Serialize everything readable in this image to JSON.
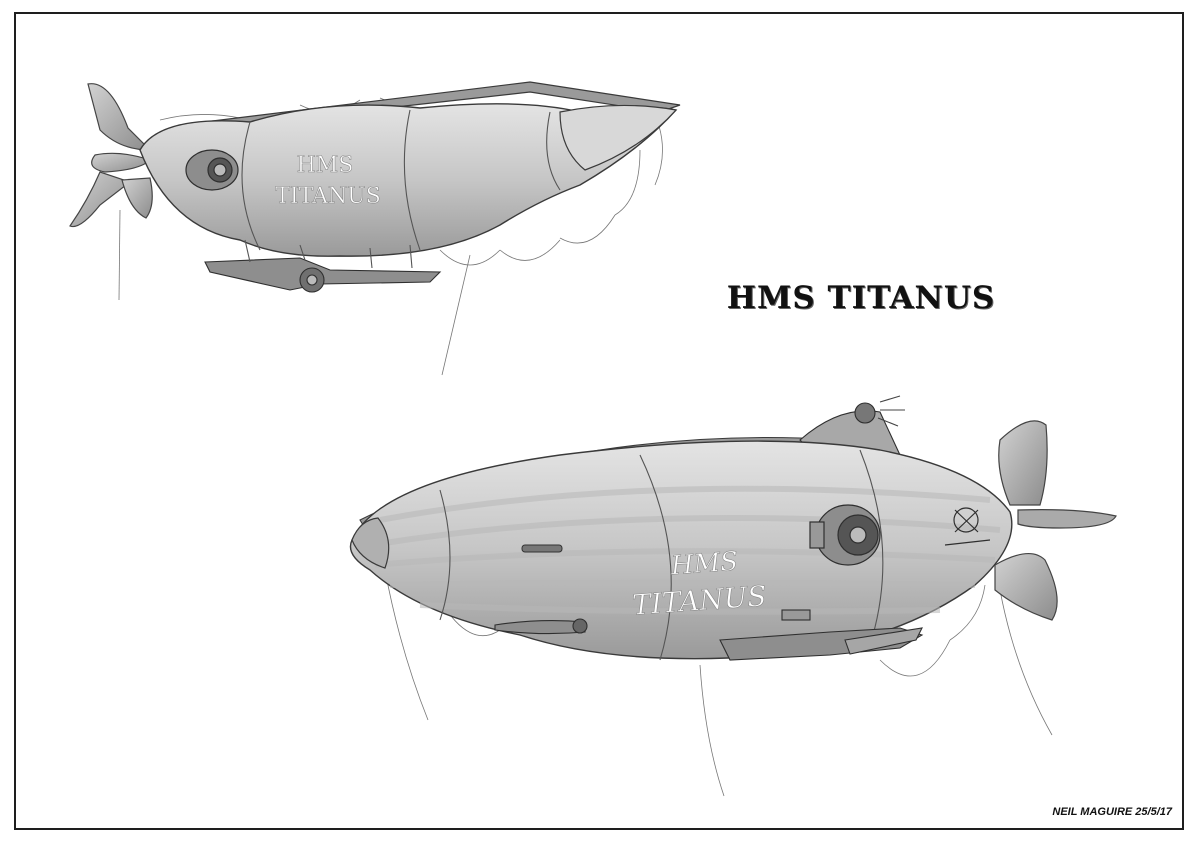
{
  "page": {
    "title": "HMS TITANUS",
    "signature": "NEIL MAGUIRE 25/5/17"
  },
  "airships": [
    {
      "hull_lines": [
        "HMS",
        "TITANUS"
      ]
    },
    {
      "hull_lines": [
        "HMS",
        "TITANUS"
      ]
    }
  ],
  "colors": {
    "background": "#ffffff",
    "frame": "#1e1e1e",
    "hull": "#c4c4c4",
    "ink": "#3a3a3a"
  }
}
